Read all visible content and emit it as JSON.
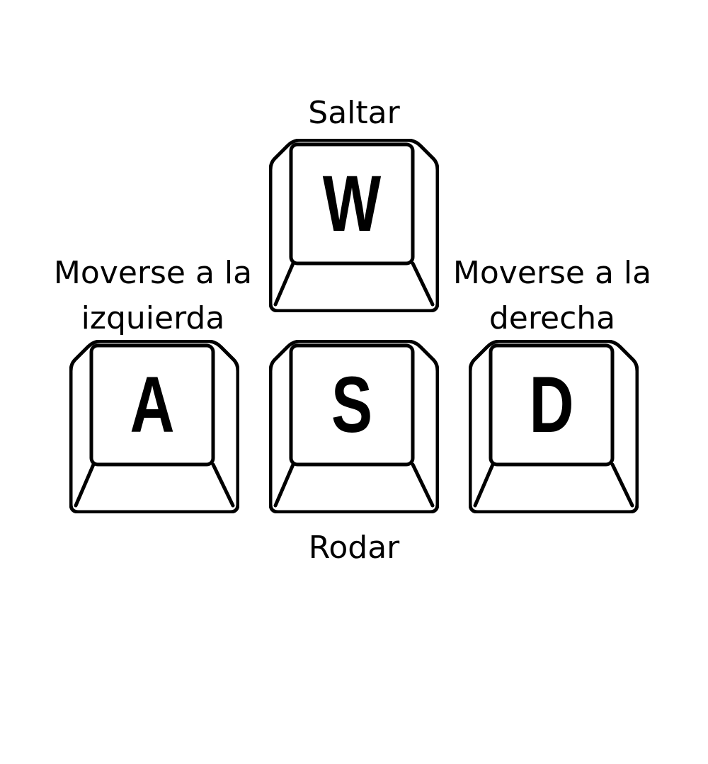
{
  "colors": {
    "background": "#ffffff",
    "ink": "#000000"
  },
  "labels": {
    "up": "Saltar",
    "down": "Rodar",
    "left": [
      "Moverse a la",
      "izquierda"
    ],
    "right": [
      "Moverse a la",
      "derecha"
    ]
  },
  "keys": [
    {
      "id": "w",
      "letter": "W",
      "action": "Saltar"
    },
    {
      "id": "a",
      "letter": "A",
      "action": "Moverse a la izquierda"
    },
    {
      "id": "s",
      "letter": "S",
      "action": "Rodar"
    },
    {
      "id": "d",
      "letter": "D",
      "action": "Moverse a la derecha"
    }
  ],
  "icons": [
    "keycap-icon"
  ]
}
